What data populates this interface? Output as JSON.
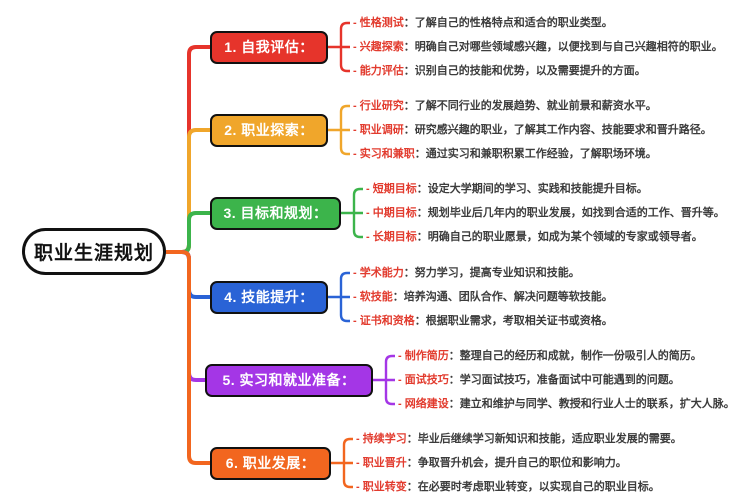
{
  "root": {
    "label": "职业生涯规划"
  },
  "palette": {
    "border": "#111111",
    "leaf_label_color": "#e23b2e",
    "leaf_desc_color": "#3c3c3c",
    "background": "#ffffff"
  },
  "branches": [
    {
      "label": "1. 自我评估：",
      "color": "#e6342b",
      "items": [
        {
          "label": "性格测试",
          "desc": "了解自己的性格特点和适合的职业类型。"
        },
        {
          "label": "兴趣探索",
          "desc": "明确自己对哪些领域感兴趣，以便找到与自己兴趣相符的职业。"
        },
        {
          "label": "能力评估",
          "desc": "识别自己的技能和优势，以及需要提升的方面。"
        }
      ]
    },
    {
      "label": "2. 职业探索：",
      "color": "#f0a62b",
      "items": [
        {
          "label": "行业研究",
          "desc": "了解不同行业的发展趋势、就业前景和薪资水平。"
        },
        {
          "label": "职业调研",
          "desc": "研究感兴趣的职业，了解其工作内容、技能要求和晋升路径。"
        },
        {
          "label": "实习和兼职",
          "desc": "通过实习和兼职积累工作经验，了解职场环境。"
        }
      ]
    },
    {
      "label": "3. 目标和规划：",
      "color": "#3cb44b",
      "items": [
        {
          "label": "短期目标",
          "desc": "设定大学期间的学习、实践和技能提升目标。"
        },
        {
          "label": "中期目标",
          "desc": "规划毕业后几年内的职业发展，如找到合适的工作、晋升等。"
        },
        {
          "label": "长期目标",
          "desc": "明确自己的职业愿景，如成为某个领域的专家或领导者。"
        }
      ]
    },
    {
      "label": "4. 技能提升：",
      "color": "#2a63d6",
      "items": [
        {
          "label": "学术能力",
          "desc": "努力学习，提高专业知识和技能。"
        },
        {
          "label": "软技能",
          "desc": "培养沟通、团队合作、解决问题等软技能。"
        },
        {
          "label": "证书和资格",
          "desc": "根据职业需求，考取相关证书或资格。"
        }
      ]
    },
    {
      "label": "5. 实习和就业准备：",
      "color": "#a436e6",
      "items": [
        {
          "label": "制作简历",
          "desc": "整理自己的经历和成就，制作一份吸引人的简历。"
        },
        {
          "label": "面试技巧",
          "desc": "学习面试技巧，准备面试中可能遇到的问题。"
        },
        {
          "label": "网络建设",
          "desc": "建立和维护与同学、教授和行业人士的联系，扩大人脉。"
        }
      ]
    },
    {
      "label": "6. 职业发展：",
      "color": "#f2661f",
      "items": [
        {
          "label": "持续学习",
          "desc": "毕业后继续学习新知识和技能，适应职业发展的需要。"
        },
        {
          "label": "职业晋升",
          "desc": "争取晋升机会，提升自己的职位和影响力。"
        },
        {
          "label": "职业转变",
          "desc": "在必要时考虑职业转变，以实现自己的职业目标。"
        }
      ]
    }
  ]
}
